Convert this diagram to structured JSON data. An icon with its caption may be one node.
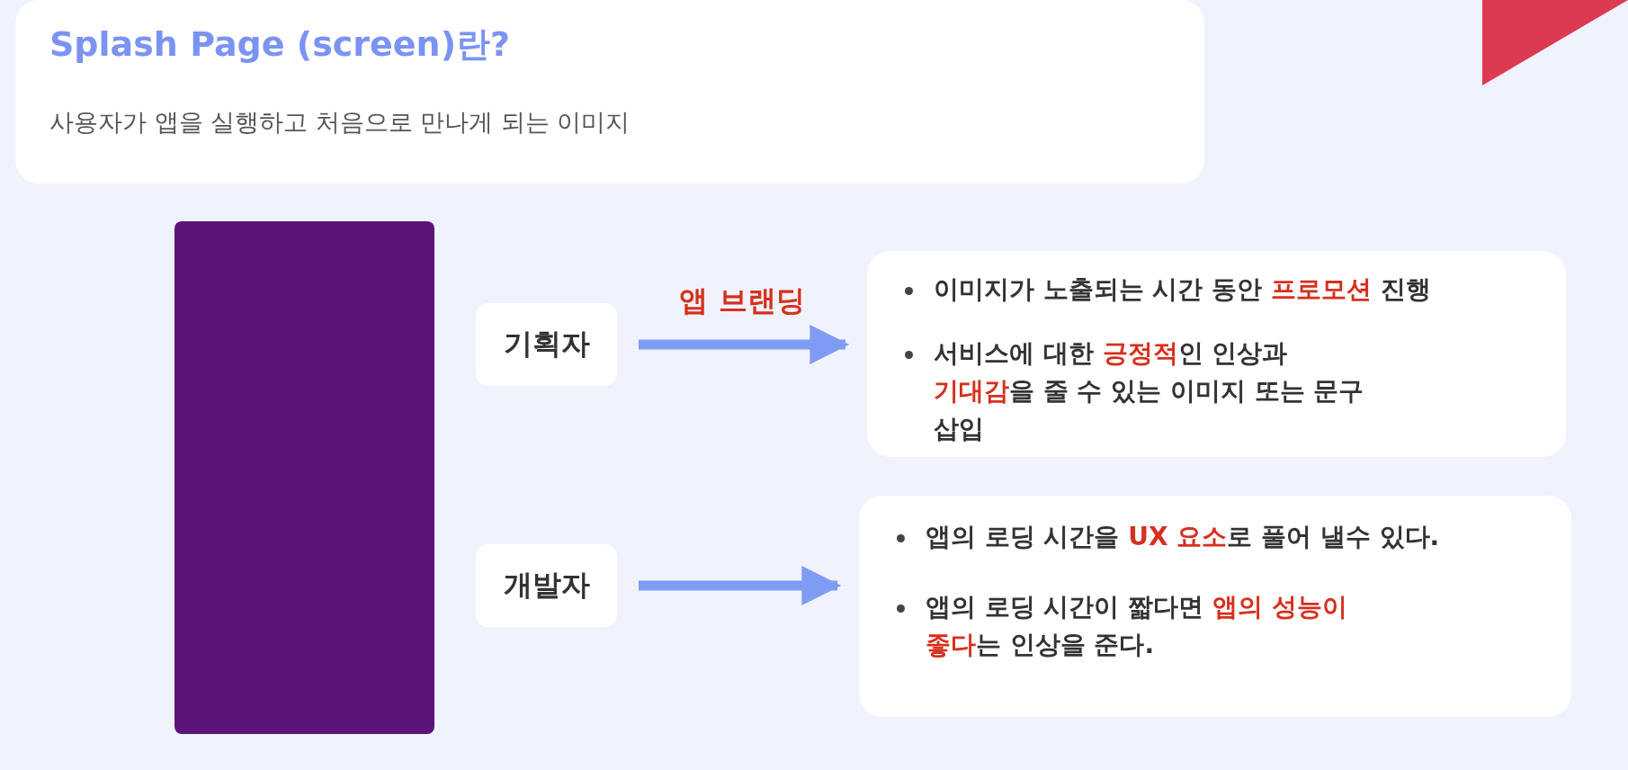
{
  "diagram": {
    "nodes": [
      {
        "text": [
          "Splash Page (screen)란?",
          "사용자가 앱을 실행하고 처음으로 만나게 되는 이미지"
        ]
      },
      {
        "text": [],
        "shape": "box"
      },
      {
        "text": [
          "기획자"
        ]
      },
      {
        "text": [
          "이미지가 노출되는 시간 동안 **프로모션** 진행",
          "서비스에 대한 **긍정적**인 인상과 **기대감**을 줄 수 있는 이미지 또는 문구 삽입"
        ]
      },
      {
        "text": [
          "개발자"
        ]
      },
      {
        "text": [
          "앱의 로딩 시간을 **UX 요소**로 풀어 낼수 있다.",
          "앱의 로딩 시간이 짧다면 **앱의 성능이 좋다**는 인상을 준다."
        ]
      }
    ],
    "edges": [
      {
        "from": 2,
        "to": 3,
        "arrow": "to",
        "label": "앱 브랜딩"
      },
      {
        "from": 4,
        "to": 5,
        "arrow": "to"
      }
    ]
  }
}
